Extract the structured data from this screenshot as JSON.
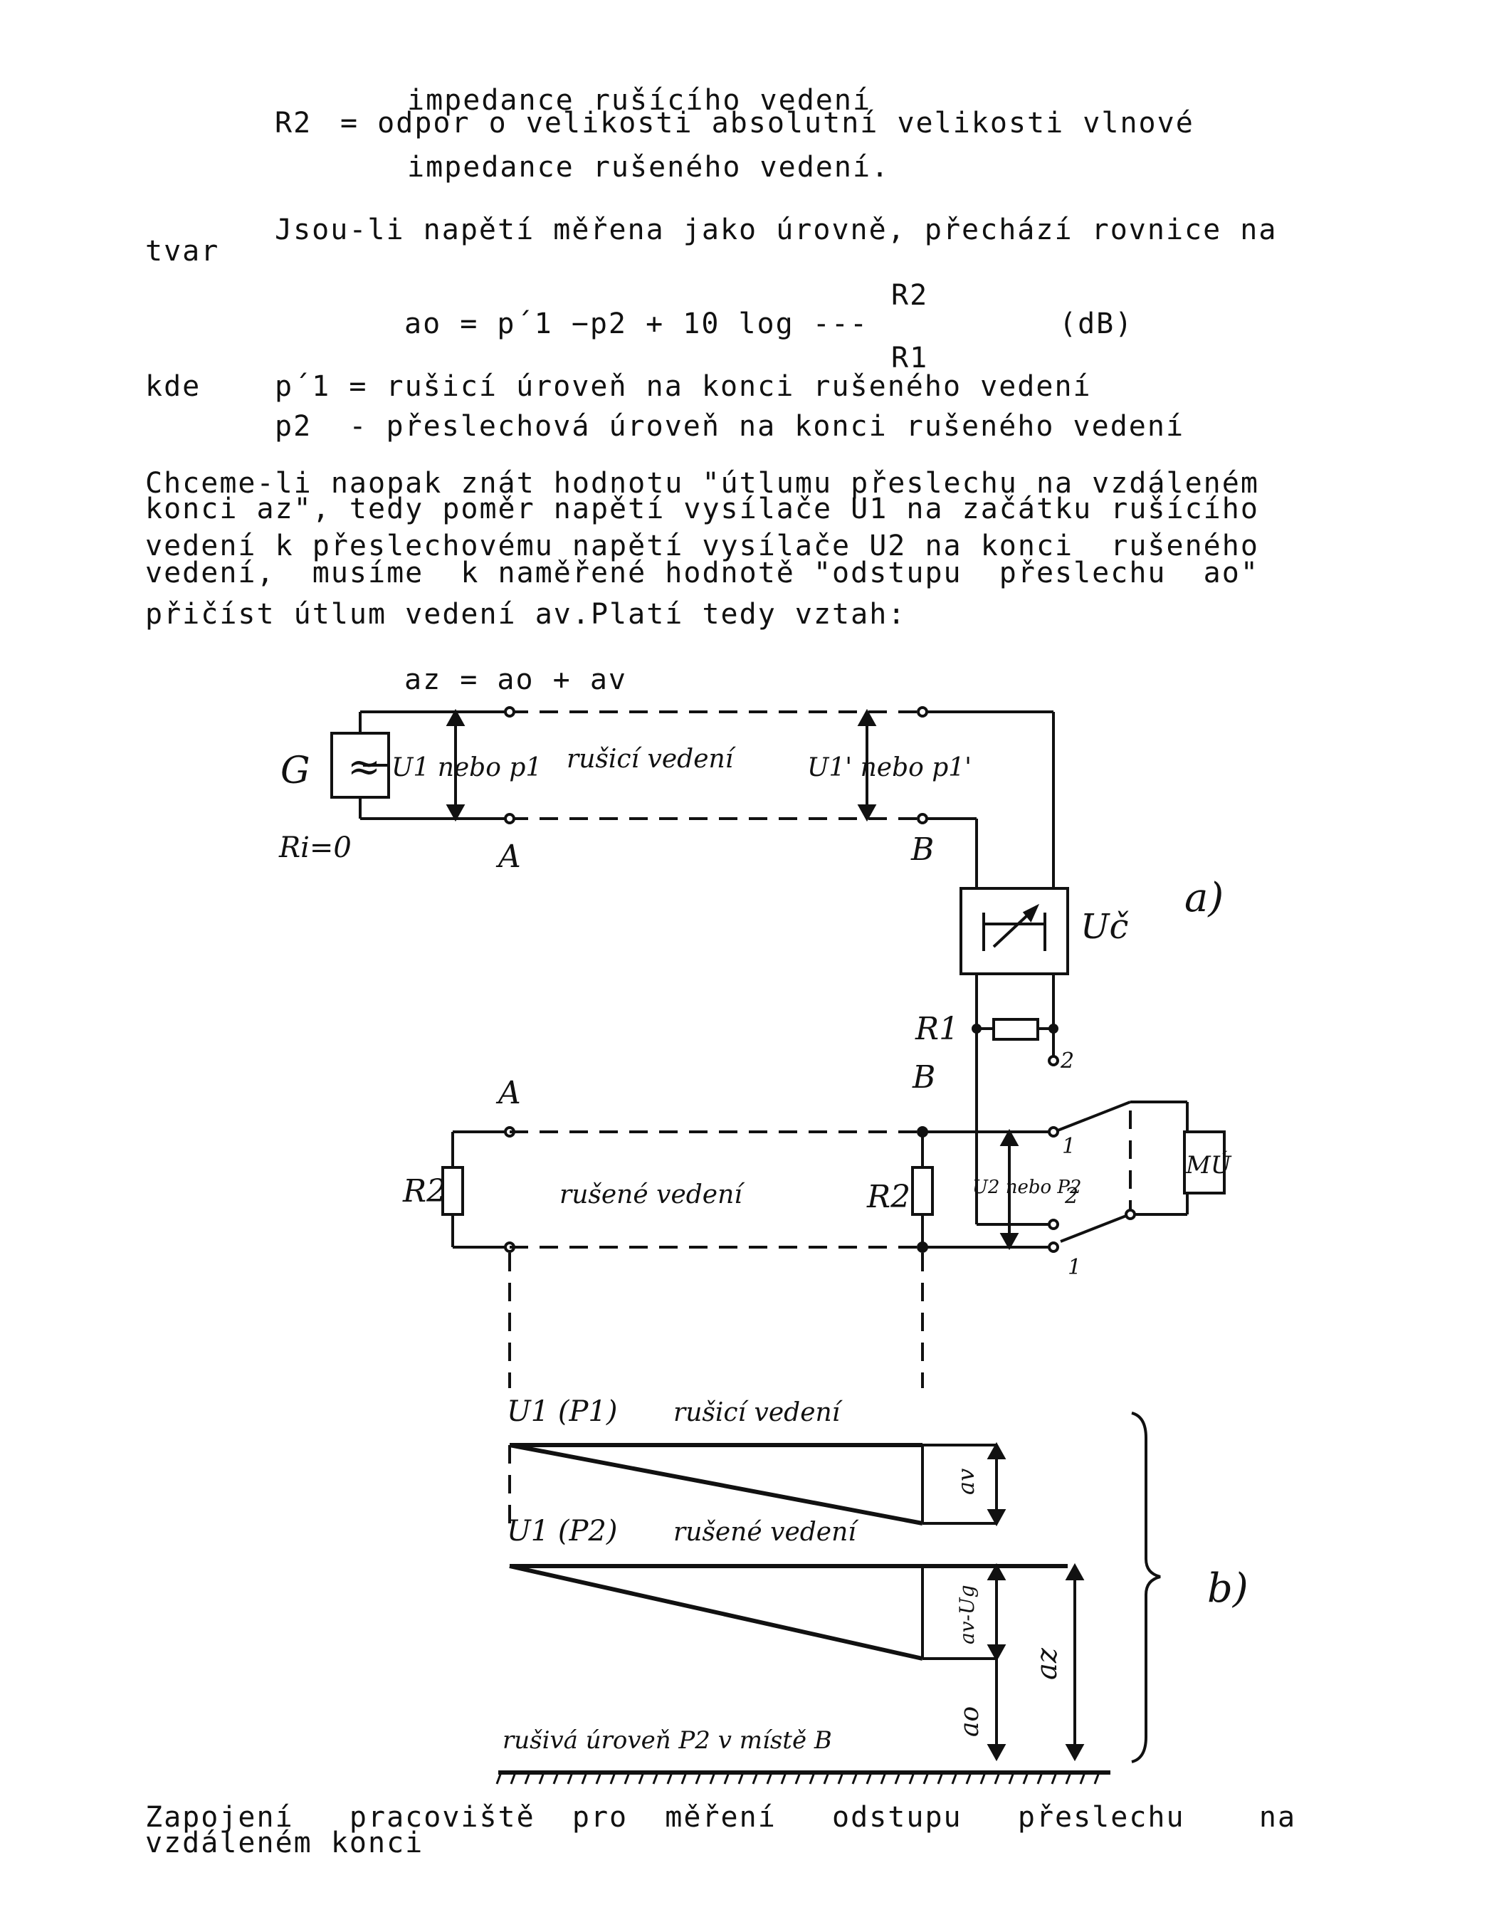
{
  "text": {
    "line1": "impedance rušícího vedení",
    "r2_label": "R2",
    "r2_eq": "= odpor o velikosti absolutní velikosti vlnové",
    "line3": "impedance rušeného vedení.",
    "para1a": "Jsou-li napětí měřena jako úrovně, přechází rovnice na",
    "para1b": "tvar",
    "frac_num": "R2",
    "formula": "ao = p´1 −p2 + 10 log ---",
    "unit": "(dB)",
    "frac_den": "R1",
    "kde": "kde",
    "def1": "p´1 = rušicí úroveň na konci rušeného vedení",
    "def2": "p2  - přeslechová úroveň na konci rušeného vedení",
    "para2_1": "Chceme-li naopak znát hodnotu \"útlumu přeslechu na vzdáleném",
    "para2_2": "konci az\", tedy poměr napětí vysílače U1 na začátku rušícího",
    "para2_3": "vedení k přeslechovému napětí vysílače U2 na konci  rušeného",
    "para2_4": "vedení,  musíme  k naměřené hodnotě \"odstupu  přeslechu  ao\"",
    "para2_5": "přičíst útlum vedení av.Platí tedy vztah:",
    "formula2": "az = ao + av",
    "caption1": "Zapojení   pracoviště  pro  měření   odstupu   přeslechu    na",
    "caption2": "vzdáleném konci"
  },
  "diagram": {
    "gen": "G",
    "ri": "Ri=0",
    "u1_left": "U1 nebo p1",
    "rusici": "rušicí vedení",
    "u1_right": "U1' nebo p1'",
    "A_top": "A",
    "B_top": "B",
    "attenuator": "Uč",
    "label_a": "a)",
    "R1": "R1",
    "A_mid": "A",
    "B_mid": "B",
    "sw2": "2",
    "sw1_top": "1",
    "sw2_b": "2",
    "sw1_bot": "1",
    "mu": "MÚ",
    "R2_left": "R2",
    "rusene": "rušené vedení",
    "R2_right": "R2",
    "u2": "U2 nebo P2",
    "b_u1": "U1 (P1)",
    "b_rusici": "rušicí vedení",
    "b_av": "av",
    "b_u1b": "U1 (P2)",
    "b_rusene": "rušené vedení",
    "b_av_ug": "av-Ug",
    "b_ao": "ao",
    "b_az": "az",
    "b_label": "b)",
    "b_noise": "rušivá úroveň P2 v místě B"
  }
}
